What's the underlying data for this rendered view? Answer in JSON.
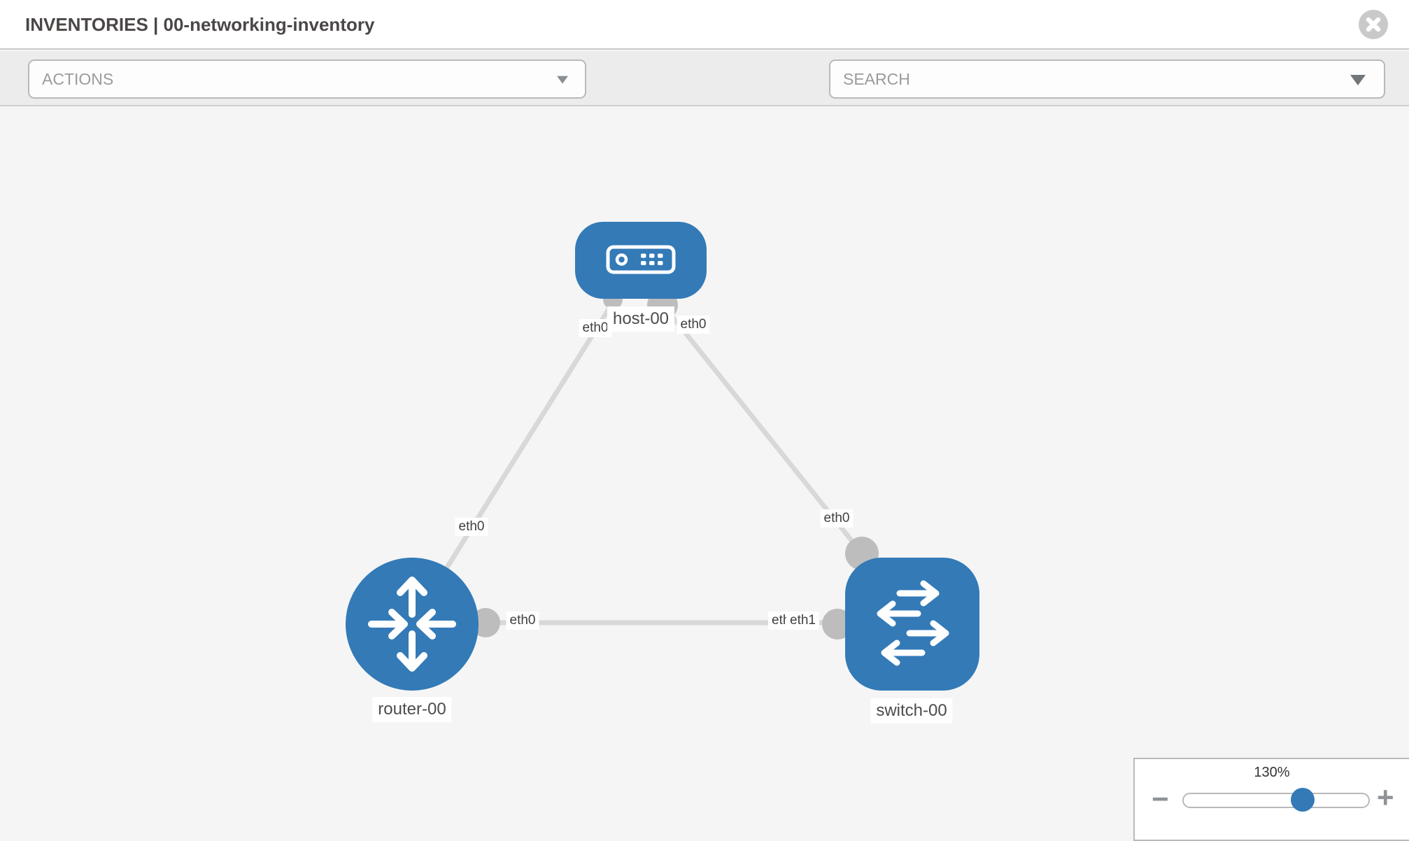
{
  "header": {
    "title": "INVENTORIES | 00-networking-inventory"
  },
  "toolbar": {
    "actions_label": "ACTIONS",
    "search_label": "SEARCH"
  },
  "topology": {
    "nodes": [
      {
        "label": "host-00",
        "type": "host"
      },
      {
        "label": "router-00",
        "type": "router"
      },
      {
        "label": "switch-00",
        "type": "switch"
      }
    ],
    "links": [
      {
        "from": "host-00",
        "from_port": "eth0",
        "to": "router-00",
        "to_port": "eth0"
      },
      {
        "from": "host-00",
        "from_port": "eth0",
        "to": "switch-00",
        "to_port": "eth0"
      },
      {
        "from": "router-00",
        "from_port": "eth0",
        "to": "switch-00",
        "to_port": "eth1",
        "to_port_overlapped": "eth0"
      }
    ]
  },
  "zoom_control": {
    "level": "130%",
    "minus_label": "−",
    "plus_label": "+"
  },
  "colors": {
    "node_blue": "#337ab7",
    "link_gray": "#d8d8d8",
    "connector_gray": "#bdbdbd",
    "toolbar_bg": "#ececec",
    "canvas_bg": "#f5f5f5"
  }
}
